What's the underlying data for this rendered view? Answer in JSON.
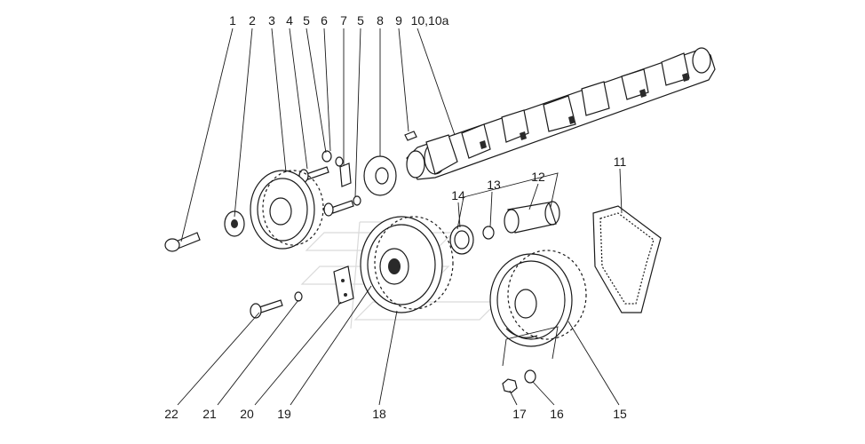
{
  "diagram": {
    "callouts_top": [
      "1",
      "2",
      "3",
      "4",
      "5",
      "6",
      "7",
      "5",
      "8",
      "9",
      "10,10a"
    ],
    "callouts_right": [
      "11",
      "12",
      "13",
      "14"
    ],
    "callouts_bottom": [
      "22",
      "21",
      "20",
      "19",
      "18",
      "17",
      "16",
      "15"
    ],
    "colors": {
      "ink": "#1a1a1a",
      "paper": "#ffffff",
      "watermark": "#d9d9d9"
    }
  }
}
